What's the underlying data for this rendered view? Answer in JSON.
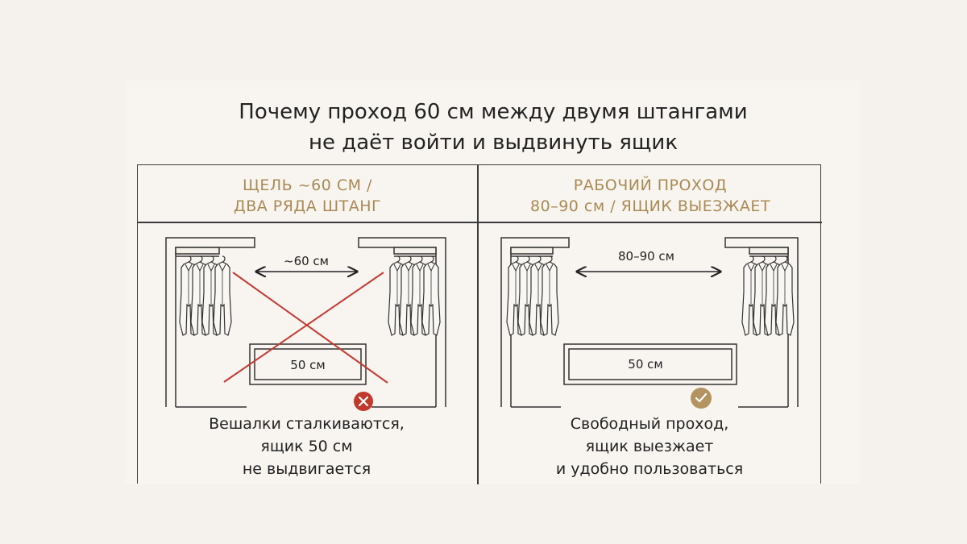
{
  "title": {
    "line1": "Почему проход 60 см между двумя штангами",
    "line2": "не даёт войти и выдвинуть ящик"
  },
  "left": {
    "header_line1": "ЩЕЛЬ ~60 СМ /",
    "header_line2": "ДВА РЯДА ШТАНГ",
    "gap_label": "~60 см",
    "drawer_label": "50 см",
    "status_icon": "error-x-icon",
    "caption_line1": "Вешалки сталкиваются,",
    "caption_line2": "ящик 50 см",
    "caption_line3": "не выдвигается"
  },
  "right": {
    "header_line1": "РАБОЧИЙ ПРОХОД",
    "header_line2": "80–90 см / ЯЩИК ВЫЕЗЖАЕТ",
    "gap_label": "80–90 см",
    "drawer_label": "50 см",
    "status_icon": "check-icon",
    "caption_line1": "Свободный проход,",
    "caption_line2": "ящик выезжает",
    "caption_line3": "и удобно пользоваться"
  },
  "colors": {
    "accent_gold": "#a98a55",
    "error_red": "#c0392b",
    "ok_gold": "#b39461",
    "line": "#3a3a3a",
    "cross_red": "#c43a34"
  }
}
